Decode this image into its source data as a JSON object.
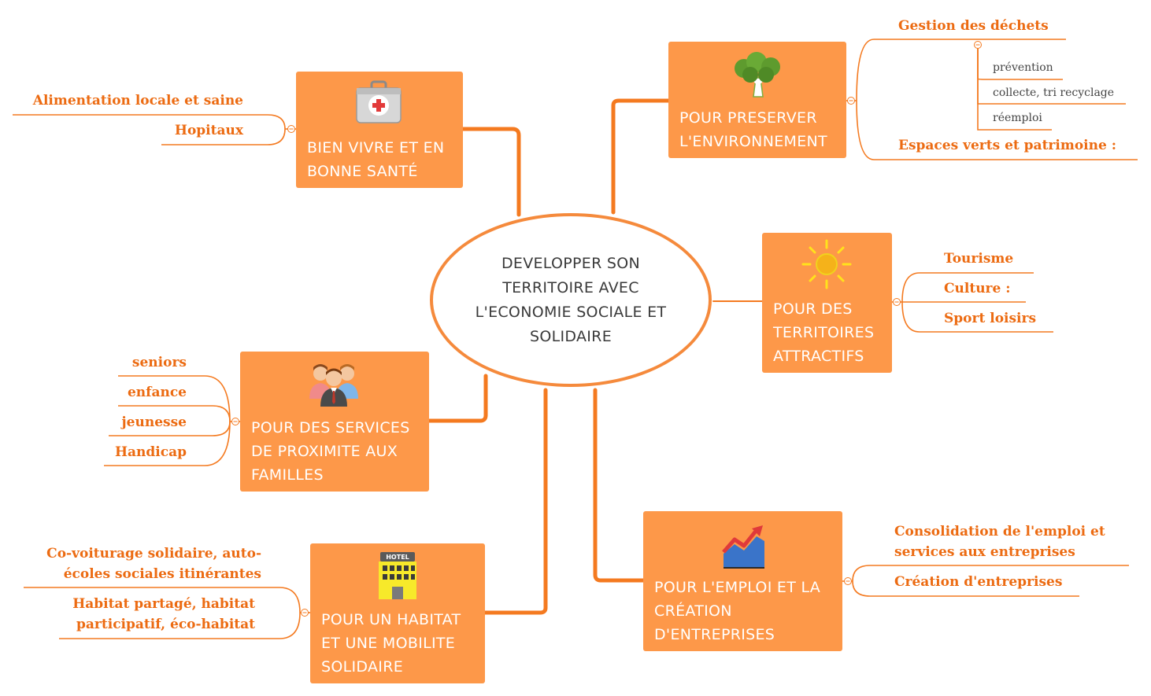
{
  "central": {
    "title": "DEVELOPPER SON TERRITOIRE AVEC L'ECONOMIE SOCIALE ET SOLIDAIRE"
  },
  "branches": {
    "sante": {
      "label": "BIEN VIVRE ET EN BONNE SANTÉ",
      "icon": "first-aid-kit-icon",
      "children": [
        "Alimentation locale et saine",
        "Hopitaux"
      ]
    },
    "environnement": {
      "label": "POUR PRESERVER L'ENVIRONNEMENT",
      "icon": "broccoli-tree-icon",
      "children": [
        {
          "label": "Gestion des déchets",
          "children": [
            "prévention",
            "collecte, tri recyclage",
            "réemploi"
          ]
        },
        {
          "label": "Espaces verts et patrimoine :"
        }
      ]
    },
    "territoires": {
      "label": "POUR DES TERRITOIRES ATTRACTIFS",
      "icon": "sun-icon",
      "children": [
        "Tourisme",
        "Culture :",
        "Sport loisirs"
      ]
    },
    "services": {
      "label": "POUR DES SERVICES DE PROXIMITE AUX FAMILLES",
      "icon": "people-group-icon",
      "children": [
        "seniors",
        "enfance",
        "jeunesse",
        "Handicap"
      ]
    },
    "habitat": {
      "label": "POUR UN HABITAT ET UNE MOBILITE SOLIDAIRE",
      "icon": "hotel-icon",
      "icon_text": "HOTEL",
      "children": [
        "Co-voiturage solidaire, auto-écoles sociales itinérantes",
        "Habitat partagé, habitat participatif, éco-habitat"
      ]
    },
    "emploi": {
      "label": "POUR L'EMPLOI ET LA CRÉATION D'ENTREPRISES",
      "icon": "growth-chart-icon",
      "children": [
        "Consolidation de l'emploi et services aux entreprises",
        "Création d'entreprises"
      ]
    }
  },
  "colors": {
    "topic_fill": "#fd9849",
    "line": "#f58a3c",
    "leaf_text": "#ec6b12",
    "sub_text": "#444444"
  }
}
